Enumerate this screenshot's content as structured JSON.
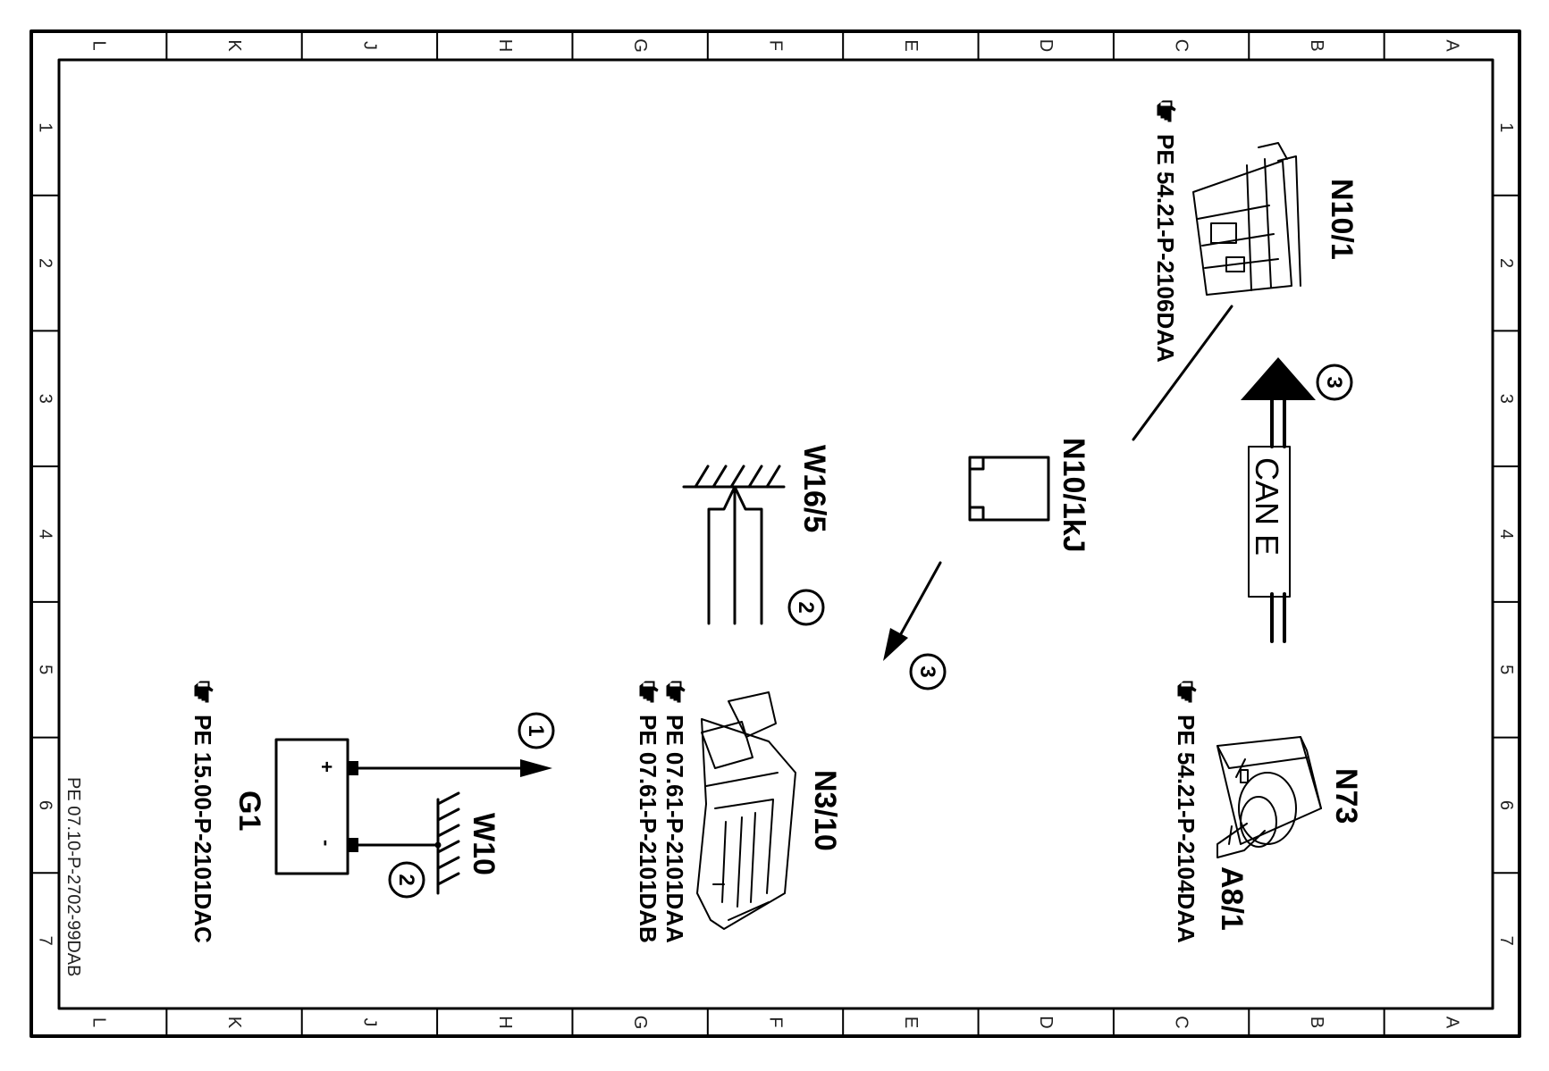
{
  "frame": {
    "columns": [
      "L",
      "K",
      "J",
      "H",
      "G",
      "F",
      "E",
      "D",
      "C",
      "B",
      "A"
    ],
    "rows": [
      "1",
      "2",
      "3",
      "4",
      "5",
      "6",
      "7"
    ],
    "document_code": "PE 07.10-P-2702-99DAB"
  },
  "components": {
    "n10_1": {
      "label": "N10/1",
      "ref": "PE  54.21-P-2106DAA"
    },
    "n10_1kj": {
      "label": "N10/1kJ"
    },
    "can_bus": {
      "label": "CAN E"
    },
    "n73": {
      "label": "N73",
      "ref": "PE  54.21-P-2104DAA"
    },
    "a8_1": {
      "label": "A8/1"
    },
    "w16_5": {
      "label": "W16/5"
    },
    "n3_10": {
      "label": "N3/10",
      "ref_1": "PE  07.61-P-2101DAA",
      "ref_2": "PE  07.61-P-2101DAB"
    },
    "g1": {
      "label": "G1",
      "ref": "PE  15.00-P-2101DAC",
      "plus": "+",
      "minus": "-"
    },
    "w10": {
      "label": "W10"
    }
  },
  "callouts": {
    "c1": "1",
    "c2_w10": "2",
    "c2_w16": "2",
    "c3_can": "3",
    "c3_arrow": "3"
  },
  "icons": {
    "reference": "pointing-hand-icon"
  }
}
